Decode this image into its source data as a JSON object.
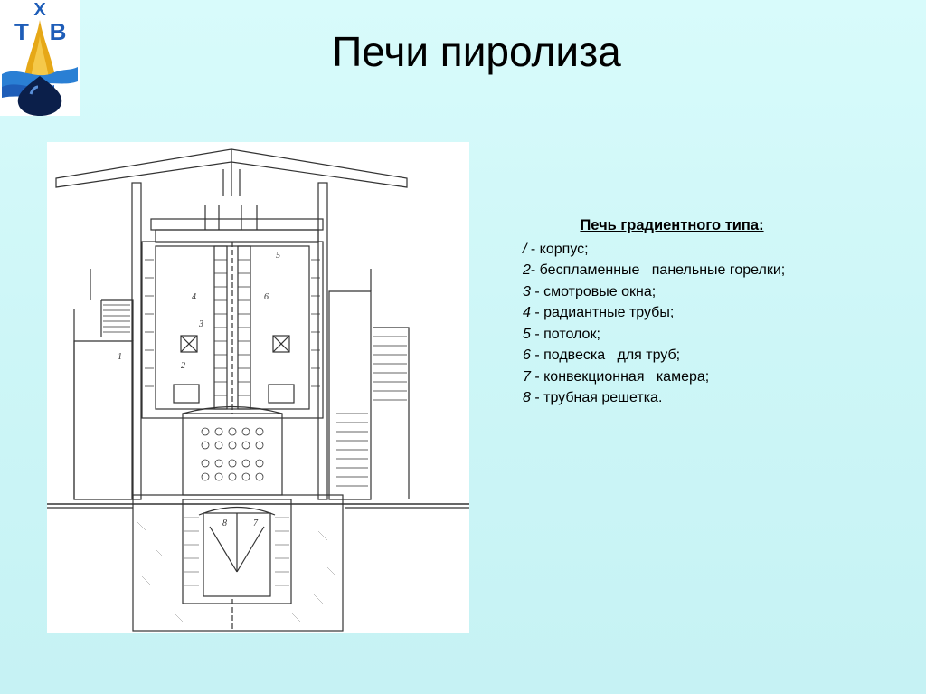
{
  "logo": {
    "letter_x": "Х",
    "letter_t": "Т",
    "letter_b": "В"
  },
  "title": "Печи пиролиза",
  "figure": {
    "labels": [
      "1",
      "2",
      "3",
      "4",
      "5",
      "6",
      "7",
      "8"
    ]
  },
  "legend": {
    "heading": "Печь градиентного типа:",
    "items": [
      {
        "num": "/",
        "text": " - корпус;"
      },
      {
        "num": "2",
        "text": "- беспламенные   панельные горелки;"
      },
      {
        "num": "3",
        "text": " - смотровые окна;"
      },
      {
        "num": "4",
        "text": " - радиантные трубы;"
      },
      {
        "num": "5",
        "text": " - потолок;"
      },
      {
        "num": "6",
        "text": " - подвеска   для труб;"
      },
      {
        "num": "7",
        "text": " - конвекционная   камера;"
      },
      {
        "num": "8",
        "text": " - трубная решетка."
      }
    ]
  },
  "colors": {
    "background": "#cdf6f7",
    "logo_blue": "#1e5db8",
    "logo_gold": "#e6a817",
    "ink": "#333333"
  }
}
